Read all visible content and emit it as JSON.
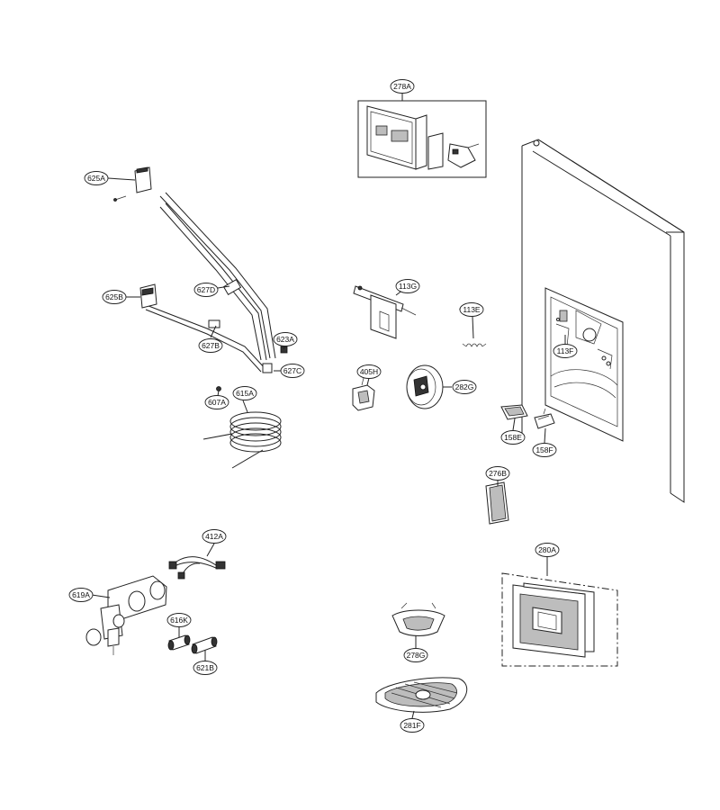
{
  "parts": [
    {
      "id": "p278A",
      "label": "278A"
    },
    {
      "id": "p625A",
      "label": "625A"
    },
    {
      "id": "p625B",
      "label": "625B"
    },
    {
      "id": "p627D",
      "label": "627D"
    },
    {
      "id": "p627B",
      "label": "627B"
    },
    {
      "id": "p623A",
      "label": "623A"
    },
    {
      "id": "p627C",
      "label": "627C"
    },
    {
      "id": "p607A",
      "label": "607A"
    },
    {
      "id": "p615A",
      "label": "615A"
    },
    {
      "id": "p113G",
      "label": "113G"
    },
    {
      "id": "p113E",
      "label": "113E"
    },
    {
      "id": "p405H",
      "label": "405H"
    },
    {
      "id": "p282G",
      "label": "282G"
    },
    {
      "id": "p113F",
      "label": "113F"
    },
    {
      "id": "p158E",
      "label": "158E"
    },
    {
      "id": "p158F",
      "label": "158F"
    },
    {
      "id": "p276B",
      "label": "276B"
    },
    {
      "id": "p280A",
      "label": "280A"
    },
    {
      "id": "p412A",
      "label": "412A"
    },
    {
      "id": "p619A",
      "label": "619A"
    },
    {
      "id": "p616K",
      "label": "616K"
    },
    {
      "id": "p621B",
      "label": "621B"
    },
    {
      "id": "p278G",
      "label": "278G"
    },
    {
      "id": "p281F",
      "label": "281F"
    }
  ],
  "asterisk_mark": "*"
}
